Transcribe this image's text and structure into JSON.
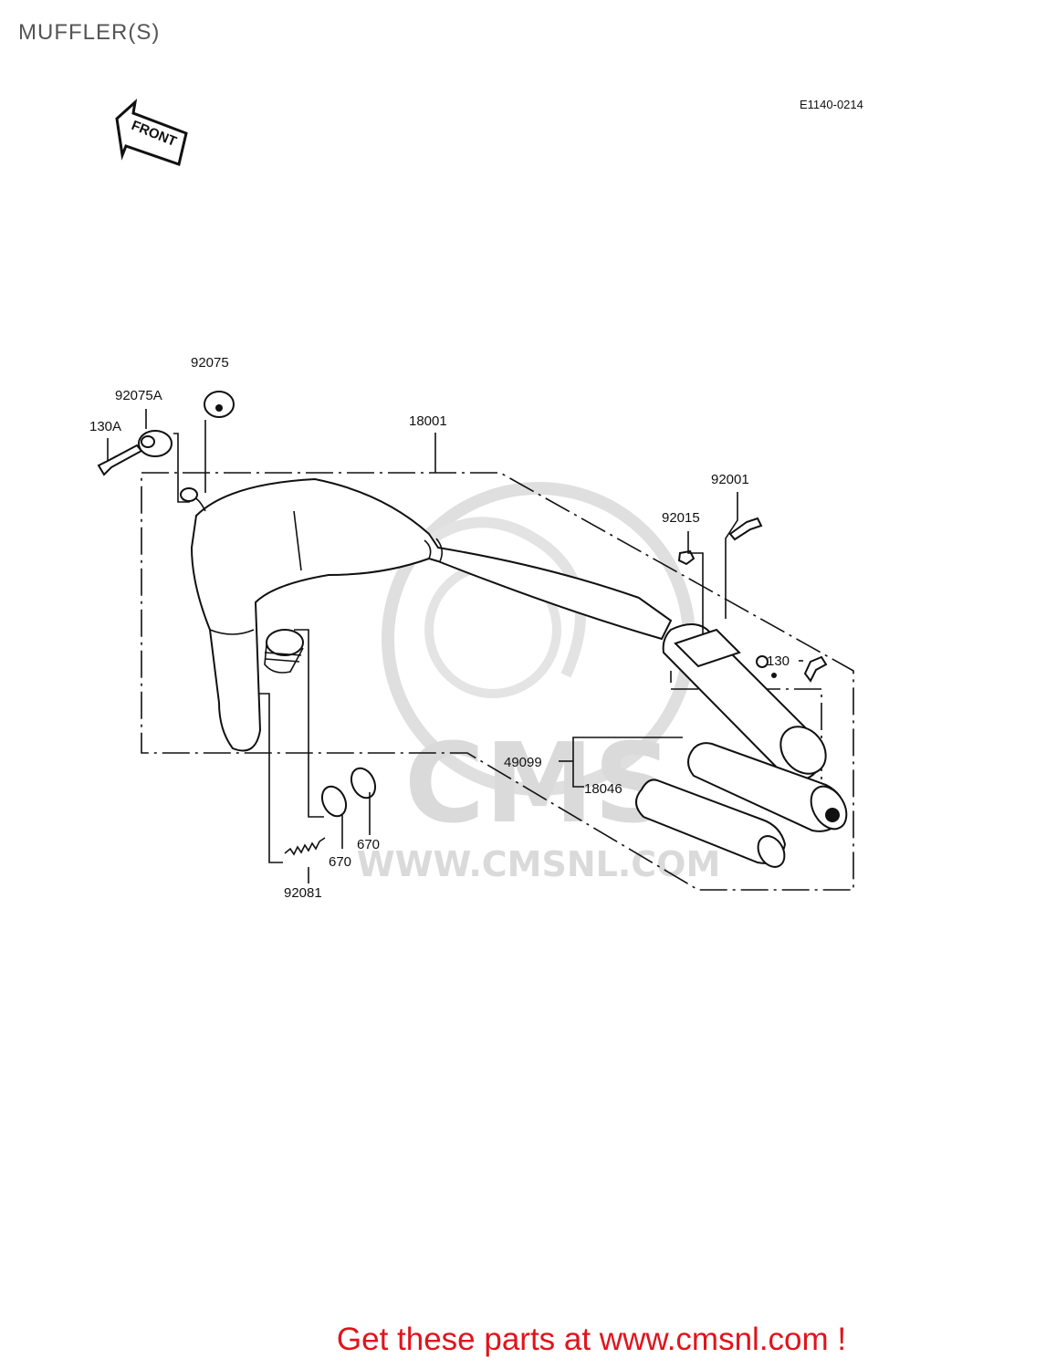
{
  "page": {
    "title": "MUFFLER(S)",
    "reference_code": "E1140-0214",
    "orientation_marker": "FRONT",
    "footer_text": "Get these parts at www.cmsnl.com !",
    "watermark": {
      "logo_text": "CMS",
      "url_text": "WWW.CMSNL.COM"
    }
  },
  "callouts": [
    {
      "id": "92075",
      "label": "92075"
    },
    {
      "id": "92075A",
      "label": "92075A"
    },
    {
      "id": "130A",
      "label": "130A"
    },
    {
      "id": "18001",
      "label": "18001"
    },
    {
      "id": "92001",
      "label": "92001"
    },
    {
      "id": "92015",
      "label": "92015"
    },
    {
      "id": "130",
      "label": "130"
    },
    {
      "id": "49099",
      "label": "49099"
    },
    {
      "id": "18046",
      "label": "18046"
    },
    {
      "id": "670a",
      "label": "670"
    },
    {
      "id": "670b",
      "label": "670"
    },
    {
      "id": "92081",
      "label": "92081"
    }
  ],
  "colors": {
    "title": "#555555",
    "footer": "#e0141c",
    "linework": "#111111",
    "watermark": "#d6d6d6"
  }
}
